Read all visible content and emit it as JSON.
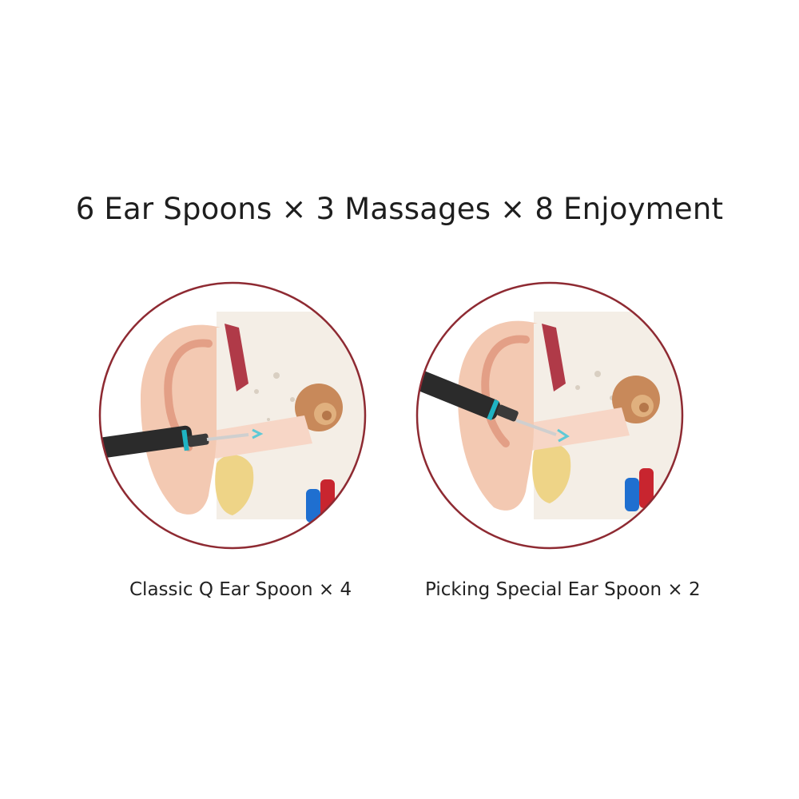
{
  "headline": "6 Ear Spoons × 3 Massages × 8 Enjoyment",
  "colors": {
    "ring": "#8e2a32",
    "skin": "#f3c9b2",
    "skin_shadow": "#e39f86",
    "tool": "#2b2b2b",
    "tool_ring": "#1fb3c3",
    "bone": "#f1ece4",
    "cartilage": "#f2dc8a",
    "artery": "#c8252f",
    "vein": "#1f6fd0"
  },
  "panels": [
    {
      "caption": "Classic Q Ear Spoon × 4",
      "tool_angle": "horizontal"
    },
    {
      "caption": "Picking Special Ear Spoon × 2",
      "tool_angle": "diagonal"
    }
  ]
}
